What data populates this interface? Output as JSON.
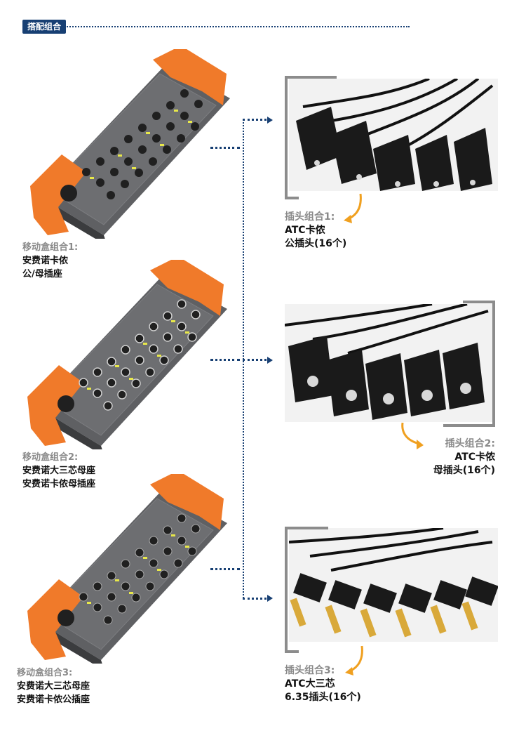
{
  "header": {
    "tag": "搭配组合"
  },
  "boxes": [
    {
      "title": "移动盒组合1:",
      "line1": "安费诺卡侬",
      "line2": "公/母插座"
    },
    {
      "title": "移动盒组合2:",
      "line1": "安费诺大三芯母座",
      "line2": "安费诺卡侬母插座"
    },
    {
      "title": "移动盒组合3:",
      "line1": "安费诺大三芯母座",
      "line2": "安费诺卡侬公插座"
    }
  ],
  "plugs": [
    {
      "title": "插头组合1:",
      "line1": "ATC卡侬",
      "line2": "公插头(16个)",
      "photo_icon": "xlr-male-plugs"
    },
    {
      "title": "插头组合2:",
      "line1": "ATC卡侬",
      "line2": "母插头(16个)",
      "photo_icon": "xlr-female-plugs"
    },
    {
      "title": "插头组合3:",
      "line1": "ATC大三芯",
      "line2": "6.35插头(16个)",
      "photo_icon": "trs-jack-plugs"
    }
  ],
  "colors": {
    "accent": "#173f73",
    "orange": "#f07a2a",
    "caption_grey": "#8a8a8a",
    "arrow_orange": "#f0a020"
  }
}
